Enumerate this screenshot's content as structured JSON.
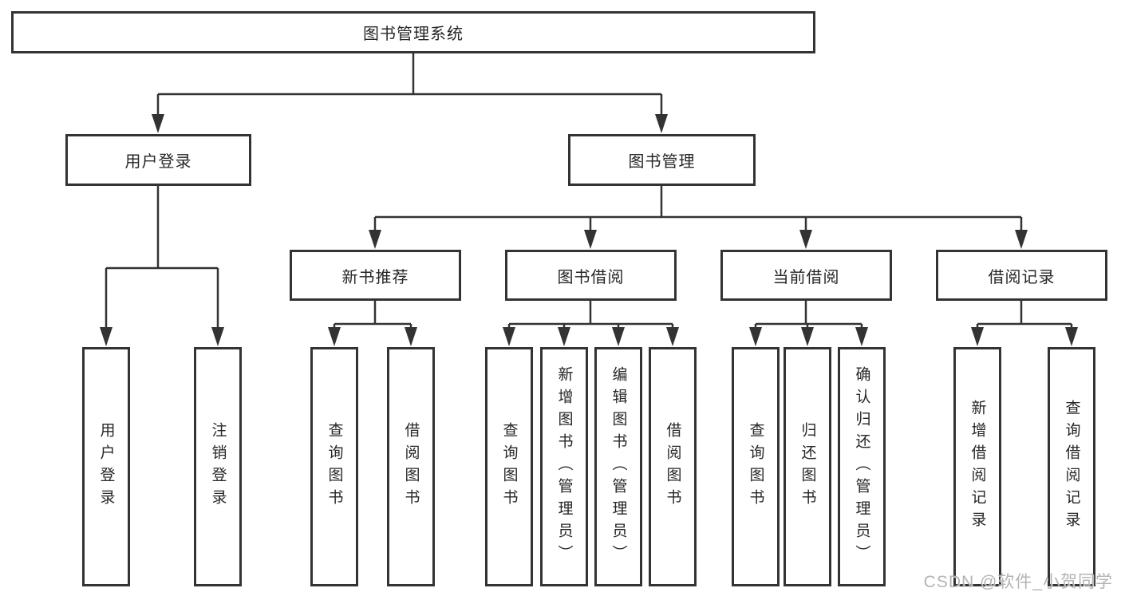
{
  "tree": {
    "root": {
      "label": "图书管理系统"
    },
    "branches": [
      {
        "label": "用户登录",
        "children": [
          "用户登录",
          "注销登录"
        ]
      },
      {
        "label": "图书管理",
        "groups": [
          {
            "label": "新书推荐",
            "children": [
              "查询图书",
              "借阅图书"
            ]
          },
          {
            "label": "图书借阅",
            "children": [
              "查询图书",
              "新增图书（管理员）",
              "编辑图书（管理员）",
              "借阅图书"
            ]
          },
          {
            "label": "当前借阅",
            "children": [
              "查询图书",
              "归还图书",
              "确认归还（管理员）"
            ]
          },
          {
            "label": "借阅记录",
            "children": [
              "新增借阅记录",
              "查询借阅记录"
            ]
          }
        ]
      }
    ]
  },
  "colors": {
    "stroke": "#333333",
    "text": "#262626",
    "watermark": "#b0b0b0",
    "background": "#ffffff"
  },
  "watermark": {
    "text": "CSDN @软件_小贺同学"
  }
}
